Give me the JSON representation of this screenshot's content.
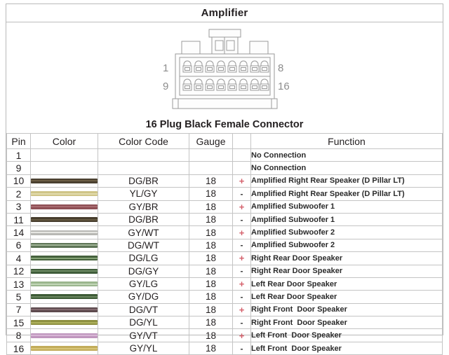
{
  "header": {
    "title": "Amplifier"
  },
  "diagram": {
    "name": "16-pin-connector-illustration",
    "caption": "16 Plug Black Female Connector",
    "pin_labels": {
      "top_left": "1",
      "top_right": "8",
      "bottom_left": "9",
      "bottom_right": "16"
    },
    "rows": 2,
    "columns": 8
  },
  "table": {
    "columns": [
      "Pin",
      "Color",
      "Color Code",
      "Gauge",
      "",
      "Function"
    ],
    "rows": [
      {
        "pin": "1",
        "color_code": "",
        "gauge": "",
        "polarity": "",
        "function": "No Connection",
        "wire_base": "",
        "wire_stripe": ""
      },
      {
        "pin": "9",
        "color_code": "",
        "gauge": "",
        "polarity": "",
        "function": "No Connection",
        "wire_base": "",
        "wire_stripe": ""
      },
      {
        "pin": "10",
        "color_code": "DG/BR",
        "gauge": "18",
        "polarity": "+",
        "function": "Amplified Right Rear Speaker (D Pillar LT)",
        "wire_base": "#4a4030",
        "wire_stripe": "#6b5d44"
      },
      {
        "pin": "2",
        "color_code": "YL/GY",
        "gauge": "18",
        "polarity": "-",
        "function": "Amplified Right Rear Speaker (D Pillar LT)",
        "wire_base": "#cfc487",
        "wire_stripe": "#e2dcae"
      },
      {
        "pin": "3",
        "color_code": "GY/BR",
        "gauge": "18",
        "polarity": "+",
        "function": "Amplified Subwoofer 1",
        "wire_base": "#8e4f55",
        "wire_stripe": "#a86b70"
      },
      {
        "pin": "11",
        "color_code": "DG/BR",
        "gauge": "18",
        "polarity": "-",
        "function": "Amplified Subwoofer 1",
        "wire_base": "#463c2c",
        "wire_stripe": "#665a43"
      },
      {
        "pin": "14",
        "color_code": "GY/WT",
        "gauge": "18",
        "polarity": "+",
        "function": "Amplified Subwoofer 2",
        "wire_base": "#b8b8b4",
        "wire_stripe": "#e6e6e2"
      },
      {
        "pin": "6",
        "color_code": "DG/WT",
        "gauge": "18",
        "polarity": "-",
        "function": "Amplified Subwoofer 2",
        "wire_base": "#5d7456",
        "wire_stripe": "#9fb295"
      },
      {
        "pin": "4",
        "color_code": "DG/LG",
        "gauge": "18",
        "polarity": "+",
        "function": "Right Rear Door Speaker",
        "wire_base": "#46623d",
        "wire_stripe": "#85a276"
      },
      {
        "pin": "12",
        "color_code": "DG/GY",
        "gauge": "18",
        "polarity": "-",
        "function": "Right Rear Door Speaker",
        "wire_base": "#3f5c3a",
        "wire_stripe": "#6c8a63"
      },
      {
        "pin": "13",
        "color_code": "GY/LG",
        "gauge": "18",
        "polarity": "+",
        "function": "Left Rear Door Speaker",
        "wire_base": "#9bb68e",
        "wire_stripe": "#c2d6b7"
      },
      {
        "pin": "5",
        "color_code": "GY/DG",
        "gauge": "18",
        "polarity": "-",
        "function": "Left Rear Door Speaker",
        "wire_base": "#3d5b36",
        "wire_stripe": "#6a8660"
      },
      {
        "pin": "7",
        "color_code": "DG/VT",
        "gauge": "18",
        "polarity": "+",
        "function": "Right Front  Door Speaker",
        "wire_base": "#5d4a4e",
        "wire_stripe": "#836a6f"
      },
      {
        "pin": "15",
        "color_code": "DG/YL",
        "gauge": "18",
        "polarity": "-",
        "function": "Right Front  Door Speaker",
        "wire_base": "#8e9040",
        "wire_stripe": "#aeb15c"
      },
      {
        "pin": "8",
        "color_code": "GY/VT",
        "gauge": "18",
        "polarity": "+",
        "function": "Left Front  Door Speaker",
        "wire_base": "#bf96bd",
        "wire_stripe": "#d8b6d6"
      },
      {
        "pin": "16",
        "color_code": "GY/YL",
        "gauge": "18",
        "polarity": "-",
        "function": "Left Front  Door Speaker",
        "wire_base": "#c2ac5a",
        "wire_stripe": "#d8c678"
      }
    ]
  },
  "colors": {
    "plus": "#d45f6a",
    "minus": "#3a3a3a",
    "border": "#c4c4c4",
    "text": "#231f20"
  }
}
